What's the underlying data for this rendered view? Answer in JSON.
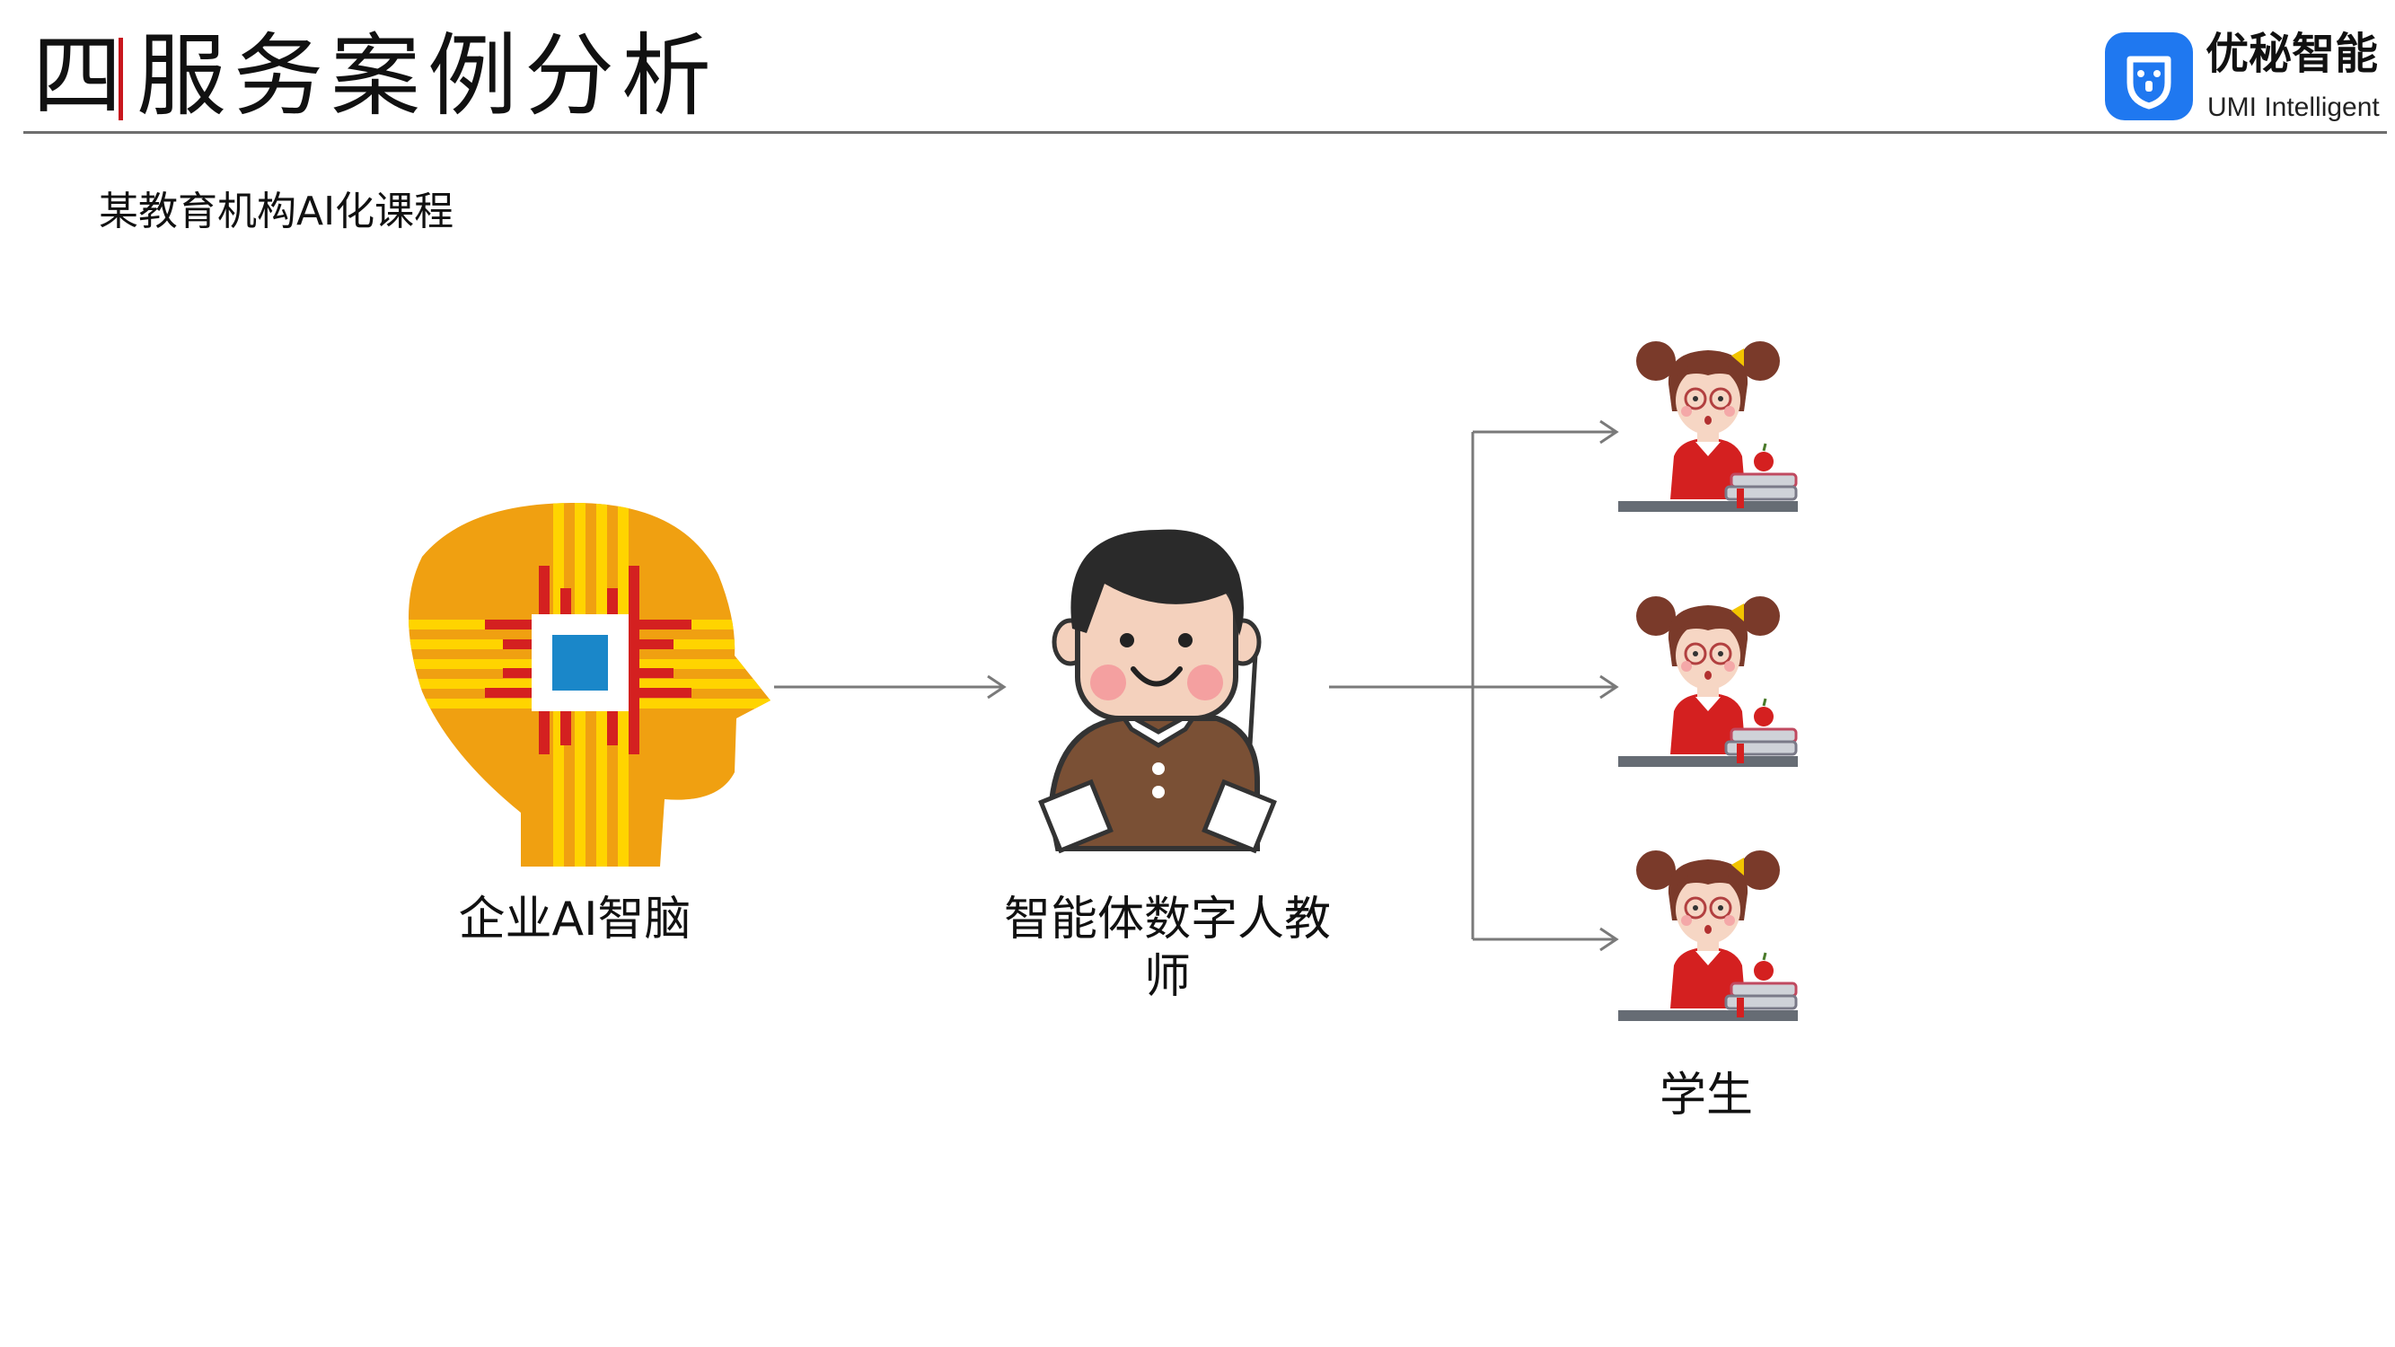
{
  "header": {
    "number": "四",
    "title": "服务案例分析"
  },
  "logo": {
    "name_cn": "优秘智能",
    "name_en": "UMI Intelligent",
    "color": "#1f78f0"
  },
  "subtitle": "某教育机构AI化课程",
  "nodes": {
    "brain": {
      "label": "企业AI智脑"
    },
    "teacher": {
      "label": "智能体数字人教师"
    },
    "students": {
      "label": "学生"
    }
  },
  "colors": {
    "accent_bar": "#c8161d",
    "brain_orange": "#f0a011",
    "chip_blue": "#1a87c9",
    "arrow_gray": "#7a7a7a"
  }
}
